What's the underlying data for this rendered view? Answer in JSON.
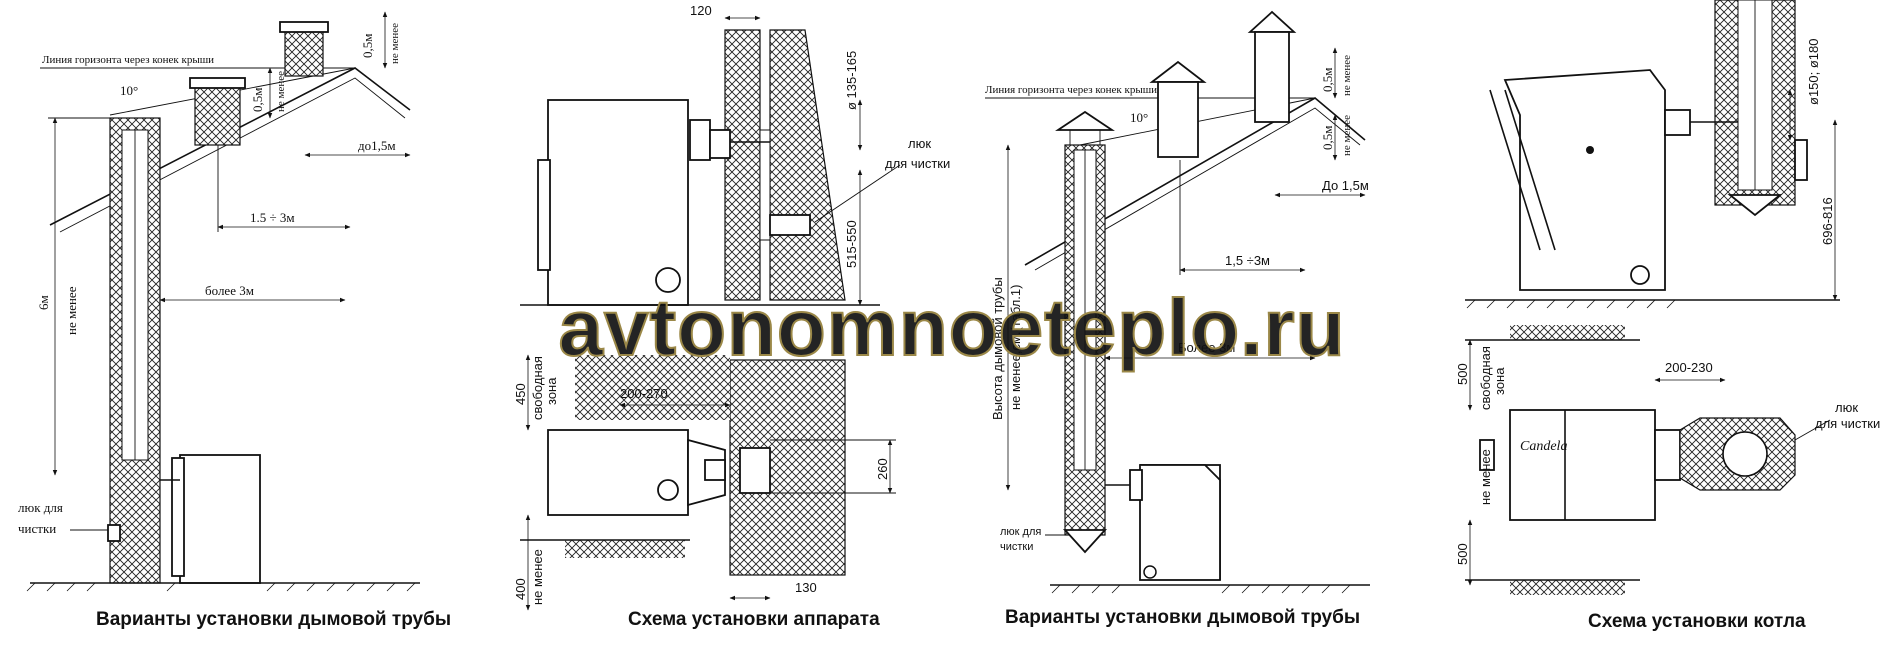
{
  "watermark": "avtonomnoeteplo.ru",
  "colors": {
    "watermark_fill": "#f2cf6a",
    "watermark_stroke": "#9b8848",
    "line": "#111111"
  },
  "captions": {
    "d1": "Варианты установки дымовой трубы",
    "d2": "Схема установки аппарата",
    "d3": "Варианты установки дымовой трубы",
    "d4": "Схема установки котла"
  },
  "d1": {
    "horizon": "Линия горизонта через конек крыши",
    "angle": "10°",
    "h_top": "0,5м",
    "h_top_min": "не менее",
    "h_mid": "0,5м",
    "h_mid_min": "не менее",
    "dist_a": "до1,5м",
    "dist_b": "1.5 ÷ 3м",
    "dist_c": "более 3м",
    "height": "6м",
    "height_min": "не менее",
    "hatch1": "люк для",
    "hatch2": "чистки"
  },
  "d2": {
    "w120": "120",
    "dia": "ø 135-165",
    "hatch1": "люк",
    "hatch2": "для чистки",
    "h515": "515-550",
    "h450": "450",
    "zone1": "свободная",
    "zone2": "зона",
    "w200": "200-270",
    "h260": "260",
    "h400": "400",
    "min": "не менее",
    "w130": "130"
  },
  "d3": {
    "horizon": "Линия горизонта через конек крыши",
    "angle": "10°",
    "h_top": "0,5м",
    "h_top_min": "не менее",
    "h_mid": "0,5м",
    "h_mid_min": "не менее",
    "dist_a": "До 1,5м",
    "dist_b": "1,5 ÷3м",
    "dist_c": "Более 3м",
    "height1": "Высота дымовой трубы",
    "height2": "не менее,см.(табл.1)",
    "hatch1": "люк для",
    "hatch2": "чистки"
  },
  "d4": {
    "dia": "ø150; ø180",
    "h696": "696-816",
    "h500a": "500",
    "zone1": "свободная",
    "zone2": "зона",
    "w200": "200-230",
    "hatch1": "люк",
    "hatch2": "для чистки",
    "min": "не менее",
    "h500b": "500",
    "brand": "Candela"
  }
}
